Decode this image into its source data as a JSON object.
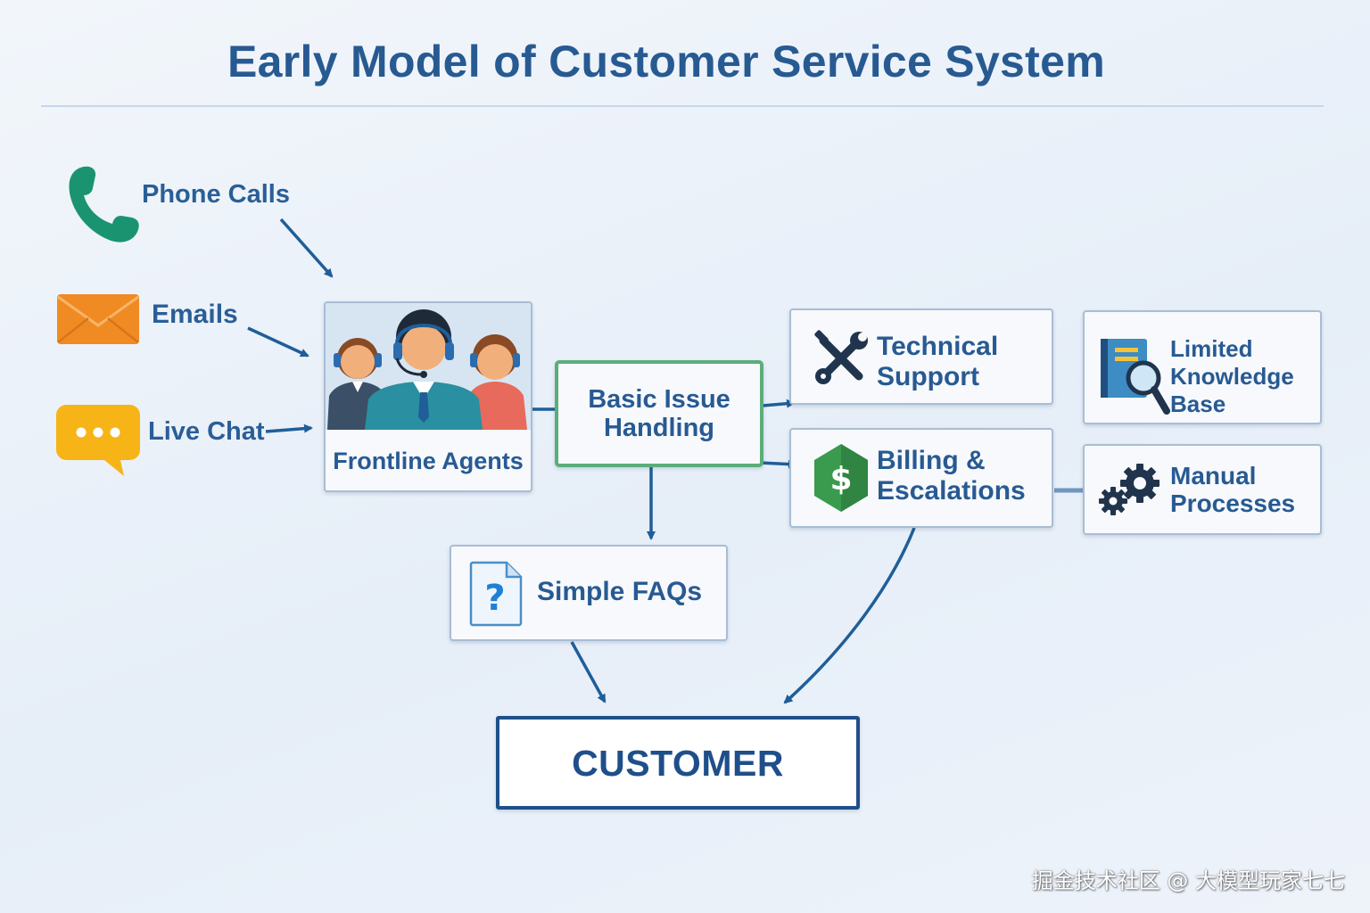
{
  "title": "Early Model of Customer Service System",
  "channels": {
    "phone": "Phone Calls",
    "email": "Emails",
    "chat": "Live Chat"
  },
  "nodes": {
    "frontline": "Frontline Agents",
    "basic_line1": "Basic Issue",
    "basic_line2": "Handling",
    "tech_line1": "Technical",
    "tech_line2": "Support",
    "billing_line1": "Billing &",
    "billing_line2": "Escalations",
    "kb_line1": "Limited",
    "kb_line2": "Knowledge Base",
    "manual_line1": "Manual",
    "manual_line2": "Processes",
    "faq": "Simple FAQs",
    "customer": "CUSTOMER"
  },
  "icons": {
    "phone": "phone-icon",
    "email": "envelope-icon",
    "chat": "chat-bubble-icon",
    "agents": "headset-agents-icon",
    "tools": "wrench-screwdriver-icon",
    "billing": "dollar-shield-icon",
    "kb": "book-magnifier-icon",
    "gears": "gears-icon",
    "faq": "question-document-icon"
  },
  "colors": {
    "title": "#285a92",
    "arrow": "#1f5e98",
    "basic_border": "#5aae7a",
    "customer_border": "#1f4f8a",
    "phone": "#1a9470",
    "email": "#f08b24",
    "chat": "#f6b417",
    "billing": "#3a9a4e"
  },
  "watermark": "掘金技术社区 @ 大模型玩家七七"
}
